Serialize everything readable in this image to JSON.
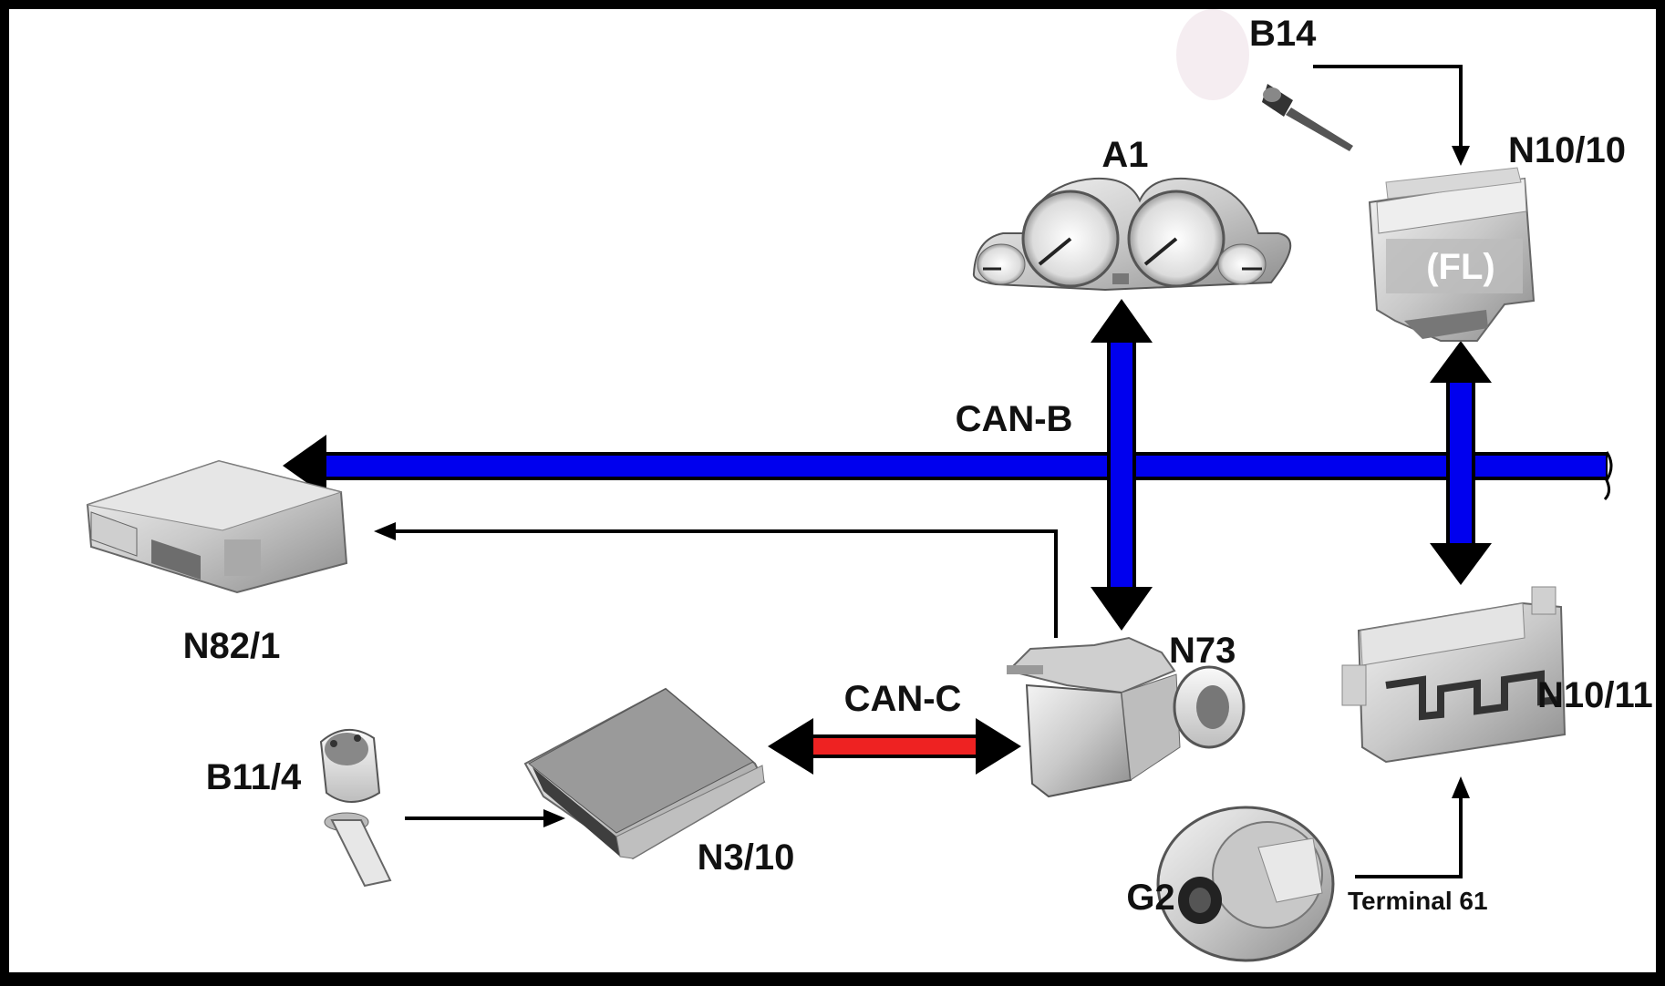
{
  "labels": {
    "a1": "A1",
    "b14": "B14",
    "n10_10": "N10/10",
    "fl": "(FL)",
    "can_b": "CAN-B",
    "n82_1": "N82/1",
    "n73": "N73",
    "can_c": "CAN-C",
    "n10_11": "N10/11",
    "b11_4": "B11/4",
    "n3_10": "N3/10",
    "g2": "G2",
    "terminal_61": "Terminal 61"
  },
  "colors": {
    "can_b_bus": "#0000ee",
    "can_c_bus": "#ee2222",
    "signal_line": "#000000",
    "background": "#ffffff",
    "frame": "#000000"
  }
}
